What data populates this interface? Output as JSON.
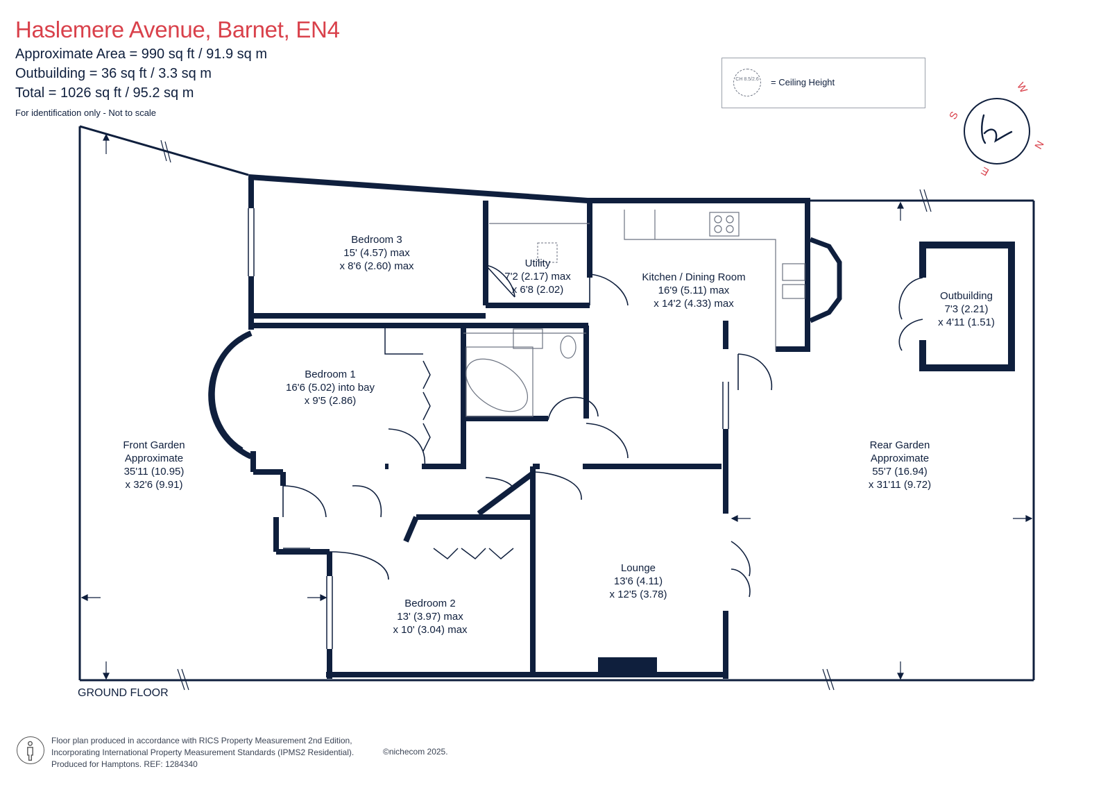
{
  "header": {
    "title": "Haslemere Avenue, Barnet, EN4",
    "approx_area": "Approximate Area = 990 sq ft / 91.9 sq m",
    "outbuilding_area": "Outbuilding = 36 sq ft / 3.3 sq m",
    "total_area": "Total = 1026 sq ft / 95.2 sq m",
    "note": "For identification only - Not to scale"
  },
  "legend": {
    "symbol_text": "CH 8.5/2.6",
    "label": "= Ceiling Height"
  },
  "compass": {
    "s": "S",
    "w": "W",
    "n": "N",
    "e": "E"
  },
  "rooms": {
    "bedroom3": {
      "name": "Bedroom 3",
      "dim1": "15' (4.57) max",
      "dim2": "x 8'6 (2.60) max"
    },
    "utility": {
      "name": "Utility",
      "dim1": "7'2 (2.17) max",
      "dim2": "x 6'8 (2.02)"
    },
    "kitchen": {
      "name": "Kitchen / Dining Room",
      "dim1": "16'9 (5.11) max",
      "dim2": "x 14'2 (4.33) max"
    },
    "outbuilding": {
      "name": "Outbuilding",
      "dim1": "7'3 (2.21)",
      "dim2": "x 4'11 (1.51)"
    },
    "bedroom1": {
      "name": "Bedroom 1",
      "dim1": "16'6 (5.02) into bay",
      "dim2": "x 9'5 (2.86)"
    },
    "front_garden": {
      "name": "Front Garden",
      "dim0": "Approximate",
      "dim1": "35'11 (10.95)",
      "dim2": "x 32'6 (9.91)"
    },
    "rear_garden": {
      "name": "Rear Garden",
      "dim0": "Approximate",
      "dim1": "55'7 (16.94)",
      "dim2": "x 31'11 (9.72)"
    },
    "lounge": {
      "name": "Lounge",
      "dim1": "13'6 (4.11)",
      "dim2": "x 12'5 (3.78)"
    },
    "bedroom2": {
      "name": "Bedroom 2",
      "dim1": "13' (3.97) max",
      "dim2": "x 10' (3.04) max"
    }
  },
  "floor_label": "GROUND FLOOR",
  "footer": {
    "line1": "Floor plan produced in accordance with RICS Property Measurement 2nd Edition,",
    "line2": "Incorporating International Property Measurement Standards (IPMS2 Residential).",
    "line3": "Produced for Hamptons.  REF:  1284340",
    "copyright": "©nichecom 2025."
  },
  "colors": {
    "wall": "#0f1f3d",
    "accent": "#d9414b"
  }
}
